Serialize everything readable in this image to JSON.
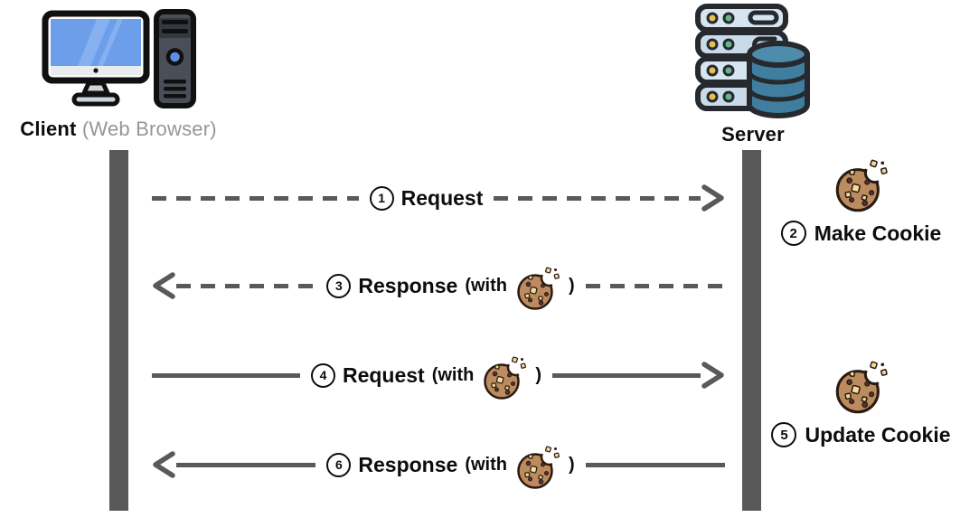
{
  "actors": {
    "client": {
      "name": "Client",
      "detail": "(Web Browser)"
    },
    "server": {
      "name": "Server"
    }
  },
  "messages": [
    {
      "num": "1",
      "label": "Request",
      "line": "dashed",
      "direction": "client-to-server",
      "cookie": false
    },
    {
      "num": "3",
      "label": "Response",
      "with_text": "(with",
      "paren_close": ")",
      "line": "dashed",
      "direction": "server-to-client",
      "cookie": true
    },
    {
      "num": "4",
      "label": "Request",
      "with_text": "(with",
      "paren_close": ")",
      "line": "solid",
      "direction": "client-to-server",
      "cookie": true
    },
    {
      "num": "6",
      "label": "Response",
      "with_text": "(with",
      "paren_close": ")",
      "line": "solid",
      "direction": "server-to-client",
      "cookie": true
    }
  ],
  "server_actions": [
    {
      "num": "2",
      "label": "Make Cookie"
    },
    {
      "num": "5",
      "label": "Update Cookie"
    }
  ],
  "icons": {
    "client": "desktop-computer-icon",
    "server": "server-rack-database-icon",
    "cookie": "bitten-cookie-icon",
    "arrow": "chevron-arrowhead-icon"
  },
  "colors": {
    "line": "#595959",
    "lifeline": "#595959",
    "text": "#0d0d0d",
    "muted_text": "#969696",
    "screen_blue": "#6d9eea",
    "tower_gray": "#4a4f57",
    "rack_light": "#d7e5f0",
    "db_teal": "#3f7e9e",
    "cookie_brown": "#bd8b60",
    "chip_dark": "#53313d",
    "chunk_yellow": "#f3dc9e",
    "led_yellow": "#e7c04f",
    "led_green": "#64b58c"
  }
}
